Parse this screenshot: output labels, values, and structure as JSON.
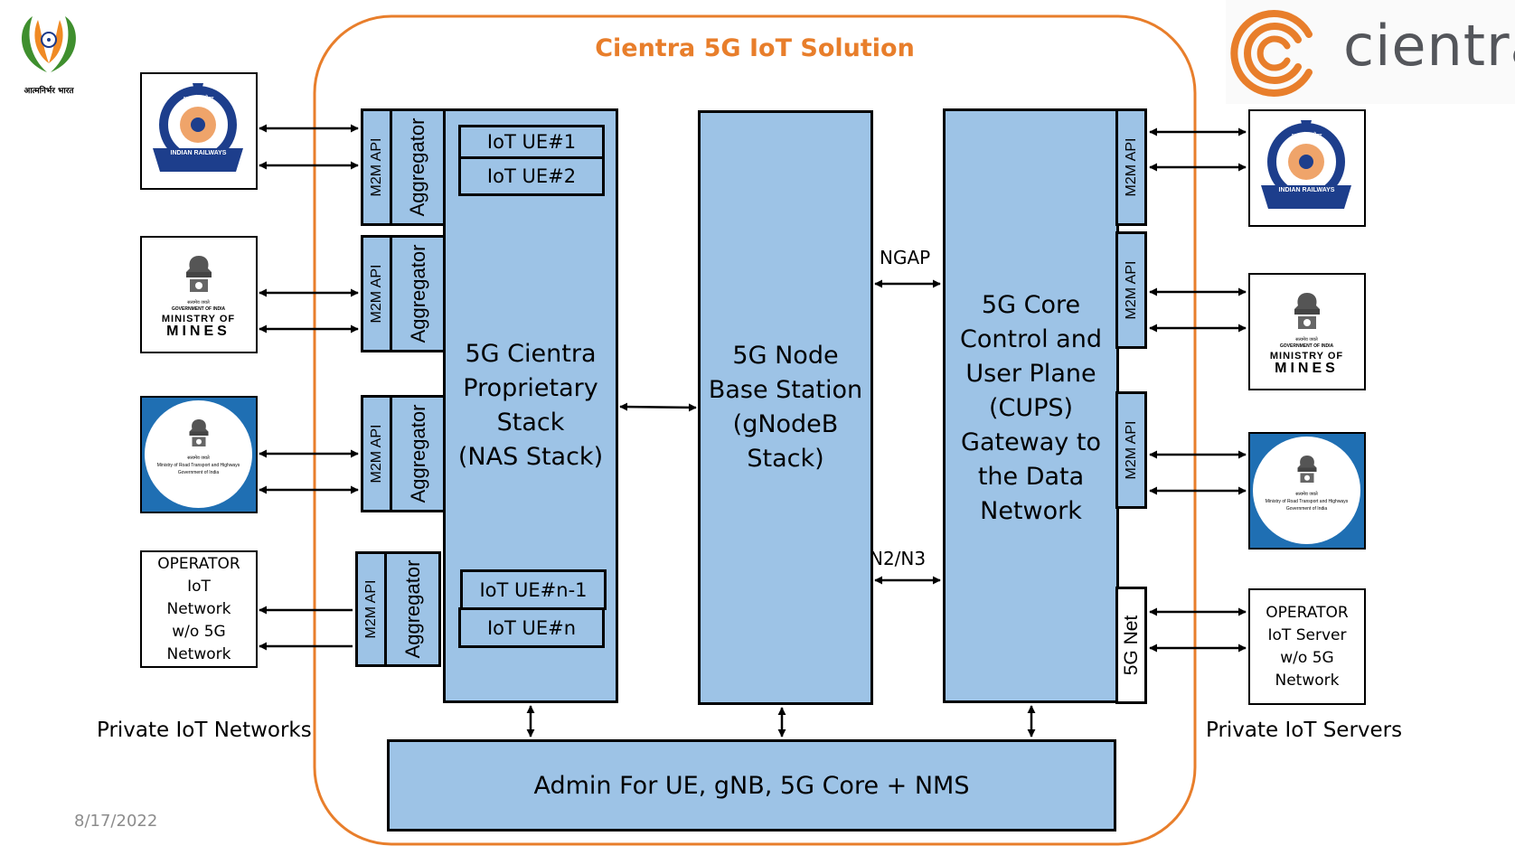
{
  "title": "Cientra 5G IoT Solution",
  "brand": {
    "name": "cientra",
    "emblem_caption": "आत्मनिर्भर भारत"
  },
  "colors": {
    "accent": "#e87e2b",
    "box_fill": "#9dc3e6",
    "border": "#000000",
    "brand_gray": "#54565b"
  },
  "left_section_label": "Private IoT Networks",
  "right_section_label": "Private IoT Servers",
  "date": "8/17/2022",
  "m2m_api_label": "M2M API",
  "aggregator_label": "Aggregator",
  "fiveg_net_label": "5G Net",
  "ue_labels": [
    "IoT UE#1",
    "IoT UE#2",
    "IoT UE#n-1",
    "IoT UE#n"
  ],
  "blocks": {
    "nas_stack": [
      "5G Cientra",
      "Proprietary",
      "Stack",
      "(NAS Stack)"
    ],
    "gnodeb": [
      "5G Node",
      "Base Station",
      "(gNodeB",
      "Stack)"
    ],
    "core": [
      "5G Core",
      "Control and",
      "User Plane",
      "(CUPS)",
      "Gateway to",
      "the Data",
      "Network"
    ],
    "admin": "Admin For UE, gNB, 5G Core + NMS"
  },
  "interface_labels": {
    "ngap": "NGAP",
    "n2n3": "N2/N3"
  },
  "logos": {
    "railways": {
      "top": "भारतीय रेल",
      "bottom": "INDIAN RAILWAYS",
      "icon": "indian-railways-emblem-icon"
    },
    "mines": {
      "line1": "सत्यमेव जयते",
      "line2": "GOVERNMENT OF INDIA",
      "line3": "MINISTRY OF",
      "line4": "MINES",
      "icon": "national-emblem-icon"
    },
    "morth": {
      "line1": "सत्यमेव जयते",
      "line2": "Ministry of Road Transport and Highways",
      "line3": "Government of India",
      "icon": "national-emblem-icon"
    }
  },
  "operator_network": [
    "OPERATOR",
    "IoT",
    "Network",
    "w/o 5G",
    "Network"
  ],
  "operator_server": [
    "OPERATOR",
    "IoT Server",
    "w/o 5G",
    "Network"
  ]
}
